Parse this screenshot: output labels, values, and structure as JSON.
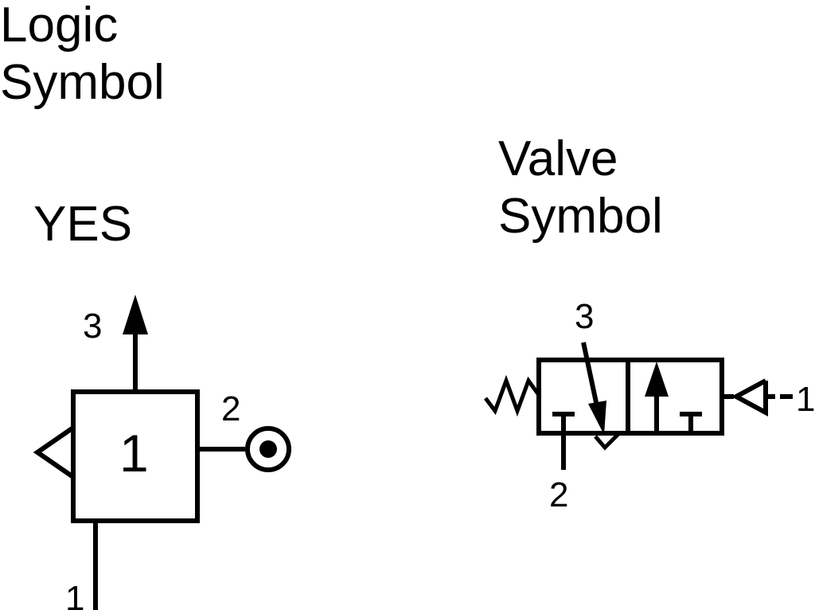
{
  "logic": {
    "heading_line1": "Logic",
    "heading_line2": "Symbol",
    "gate_name": "YES",
    "block_number": "1",
    "port_output": "3",
    "port_signal": "2",
    "port_input": "1"
  },
  "valve": {
    "heading_line1": "Valve",
    "heading_line2": "Symbol",
    "port_top": "3",
    "port_bottom": "2",
    "port_pilot": "1",
    "pilot_dash": "–"
  }
}
